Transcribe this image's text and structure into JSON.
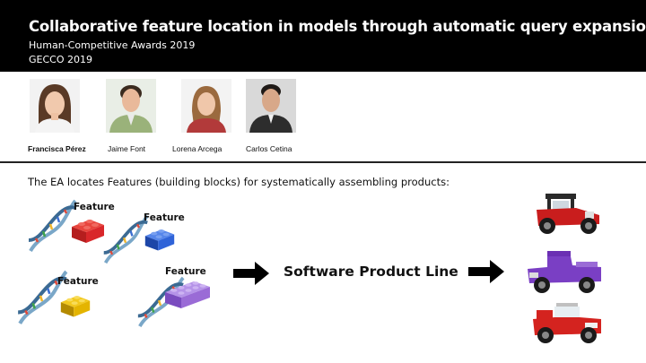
{
  "header": {
    "title": "Collaborative feature location in models through automatic query expansion",
    "subtitle_award": "Human-Competitive Awards 2019",
    "subtitle_event": "GECCO 2019"
  },
  "authors": [
    {
      "name": "Francisca Pérez",
      "bold": true
    },
    {
      "name": "Jaime Font",
      "bold": false
    },
    {
      "name": "Lorena Arcega",
      "bold": false
    },
    {
      "name": "Carlos Cetina",
      "bold": false
    }
  ],
  "diagram": {
    "caption": "The EA locates Features (building blocks) for systematically assembling products:",
    "feature_label": "Feature",
    "center_label": "Software Product Line",
    "brick_colors": {
      "red": "#d9272a",
      "blue": "#2f63d8",
      "purple": "#9a6bd6",
      "yellow": "#e4b400"
    },
    "car_colors": {
      "car1": "#c91d1d",
      "car2": "#7a3fc4",
      "car3": "#d4231f"
    }
  }
}
